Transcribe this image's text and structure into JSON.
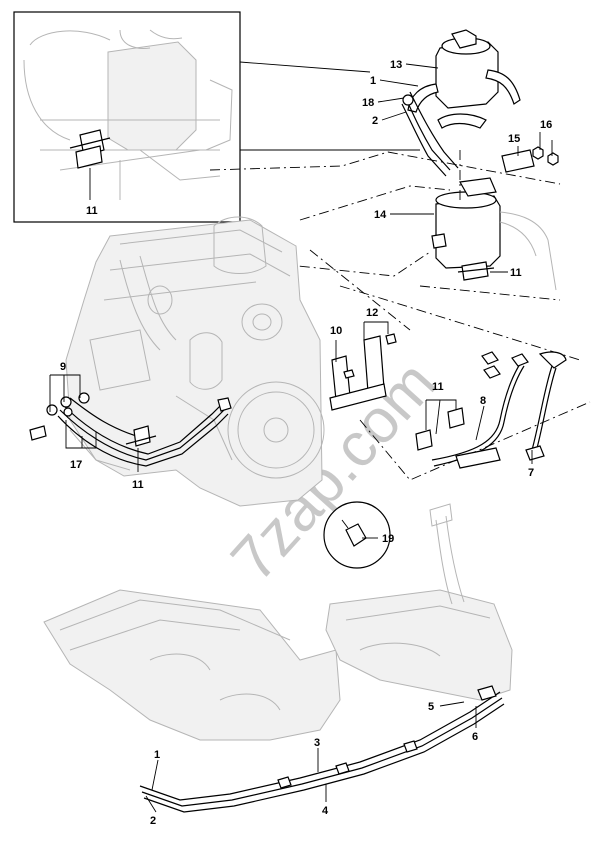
{
  "watermark": "7zap.com",
  "callouts": [
    {
      "id": "c-11-inset",
      "text": "11"
    },
    {
      "id": "c-13",
      "text": "13"
    },
    {
      "id": "c-1-top",
      "text": "1"
    },
    {
      "id": "c-18",
      "text": "18"
    },
    {
      "id": "c-2-top",
      "text": "2"
    },
    {
      "id": "c-15",
      "text": "15"
    },
    {
      "id": "c-16",
      "text": "16"
    },
    {
      "id": "c-14",
      "text": "14"
    },
    {
      "id": "c-11-filter",
      "text": "11"
    },
    {
      "id": "c-12",
      "text": "12"
    },
    {
      "id": "c-10",
      "text": "10"
    },
    {
      "id": "c-9",
      "text": "9"
    },
    {
      "id": "c-17",
      "text": "17"
    },
    {
      "id": "c-11-engine",
      "text": "11"
    },
    {
      "id": "c-11-mid",
      "text": "11"
    },
    {
      "id": "c-8",
      "text": "8"
    },
    {
      "id": "c-7",
      "text": "7"
    },
    {
      "id": "c-19",
      "text": "19"
    },
    {
      "id": "c-5",
      "text": "5"
    },
    {
      "id": "c-6",
      "text": "6"
    },
    {
      "id": "c-3",
      "text": "3"
    },
    {
      "id": "c-4",
      "text": "4"
    },
    {
      "id": "c-1-bottom",
      "text": "1"
    },
    {
      "id": "c-2-bottom",
      "text": "2"
    }
  ]
}
